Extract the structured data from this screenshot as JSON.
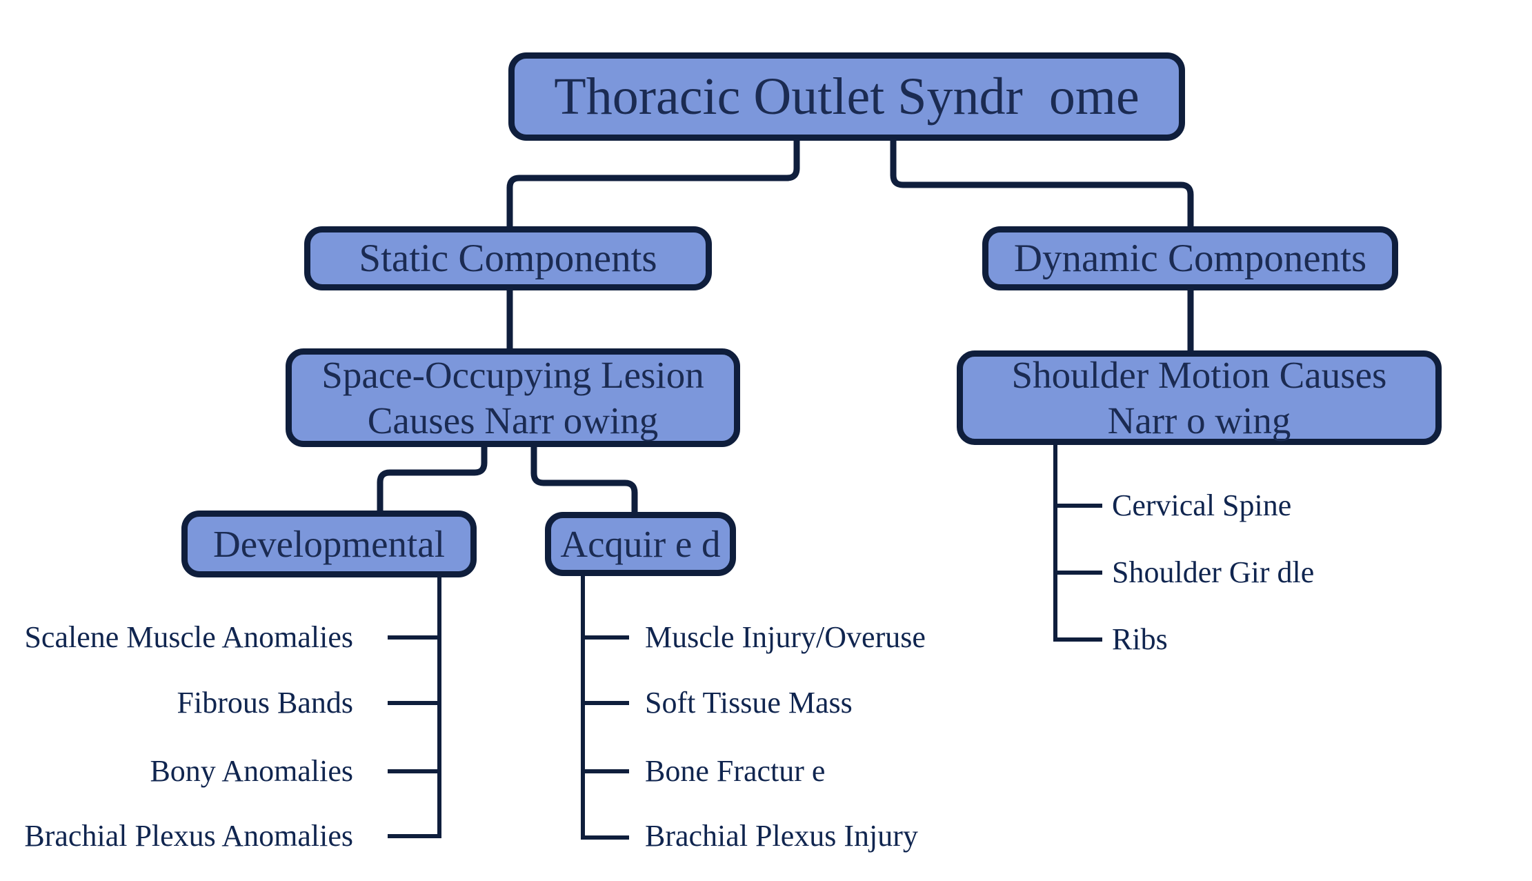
{
  "diagram": {
    "colors": {
      "background": "#ffffff",
      "box_fill": "#7c97db",
      "box_border": "#0f1e3c",
      "connector_line": "#0f1e3c",
      "box_text": "#1b2b52",
      "leaf_text": "#10254f"
    },
    "nodes": {
      "root": {
        "label": "Thoracic Outlet Syndr  ome"
      },
      "static": {
        "label": "Static Components"
      },
      "dynamic": {
        "label": "Dynamic Components"
      },
      "space_occupying": {
        "line1": "Space-Occupying Lesion",
        "line2": "Causes Narr owing"
      },
      "shoulder_motion": {
        "line1": "Shoulder Motion Causes",
        "line2": "Narr o wing"
      },
      "developmental": {
        "label": "Developmental"
      },
      "acquired": {
        "label": "Acquir e d"
      }
    },
    "leaves": {
      "developmental": [
        "Scalene Muscle Anomalies",
        "Fibrous Bands",
        "Bony Anomalies",
        "Brachial Plexus Anomalies"
      ],
      "acquired": [
        "Muscle Injury/Overuse",
        "Soft Tissue Mass",
        "Bone Fractur e",
        "Brachial Plexus Injury"
      ],
      "shoulder_motion": [
        "Cervical Spine",
        "Shoulder Gir dle",
        "Ribs"
      ]
    }
  }
}
